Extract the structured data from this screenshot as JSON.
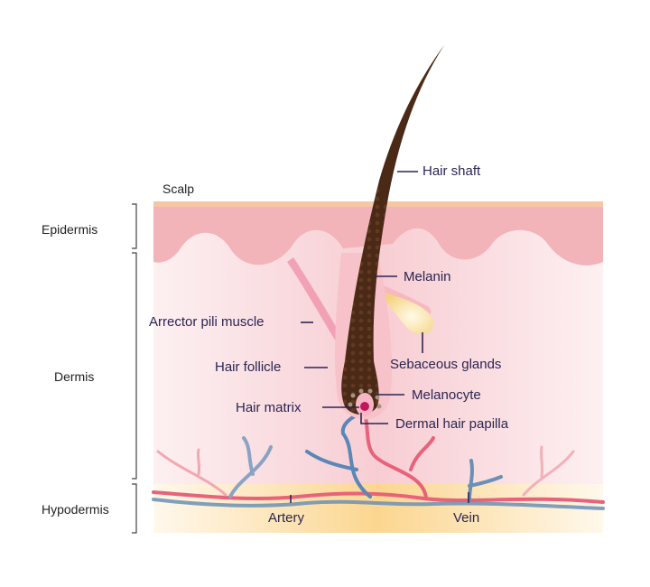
{
  "title": "Hair follicle anatomy",
  "layers": {
    "scalp": "Scalp",
    "epidermis": "Epidermis",
    "dermis": "Dermis",
    "hypodermis": "Hypodermis"
  },
  "labels": {
    "hair_shaft": "Hair shaft",
    "melanin": "Melanin",
    "arrector_pili": "Arrector pili muscle",
    "sebaceous": "Sebaceous glands",
    "hair_follicle": "Hair follicle",
    "melanocyte": "Melanocyte",
    "hair_matrix": "Hair matrix",
    "dermal_papilla": "Dermal hair papilla",
    "artery": "Artery",
    "vein": "Vein"
  },
  "colors": {
    "text": "#2b2552",
    "hair": "#4a2a17",
    "epidermis": "#f1b2b8",
    "dermis": "#fbe1e4",
    "hypodermis": "#fbd89a",
    "artery": "#e8627a",
    "vein": "#5b86b8"
  }
}
